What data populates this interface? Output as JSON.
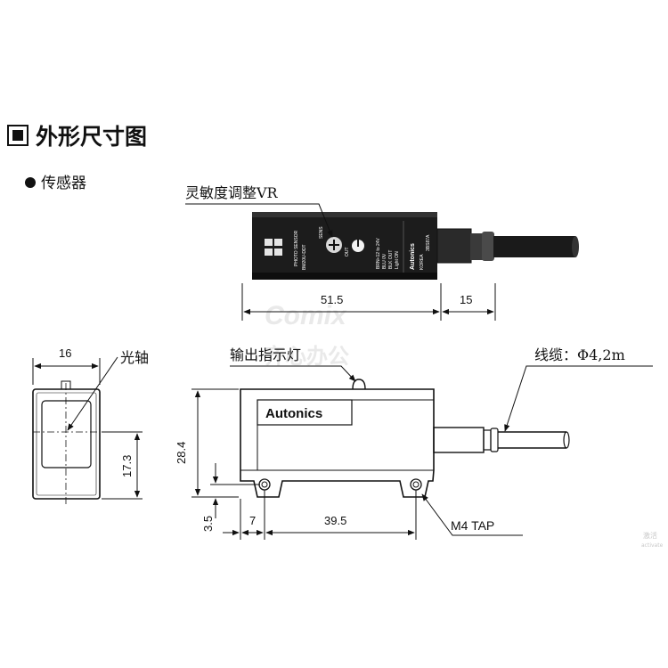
{
  "header": {
    "title": "外形尺寸图",
    "subtitle": "传感器"
  },
  "callouts": {
    "sens_vr": "灵敏度调整VR",
    "optical_axis": "光轴",
    "output_led": "输出指示灯",
    "cable": "线缆：Φ4,2m",
    "mount_tap": "M4 TAP"
  },
  "dimensions": {
    "body_length": "51.5",
    "cable_gland": "15",
    "width": "16",
    "height": "28.4",
    "axis_height": "17.3",
    "base_offset": "3.5",
    "hole_offset": "7",
    "hole_pitch": "39.5"
  },
  "product_label": {
    "brand": "Autonics",
    "type": "PHOTO SENSOR",
    "model": "BM20U-DDT",
    "sens": "SENS",
    "out": "OUT",
    "wiring": [
      "BRN+12 to 24V",
      "BLU    0V",
      "BLK   OUT",
      "Light ON"
    ],
    "origin": "KOREA",
    "code": "3BS87A"
  },
  "watermark": {
    "brand": "Comix",
    "cn": "齐心办公"
  },
  "corner_mark": [
    "激活",
    "activate"
  ]
}
